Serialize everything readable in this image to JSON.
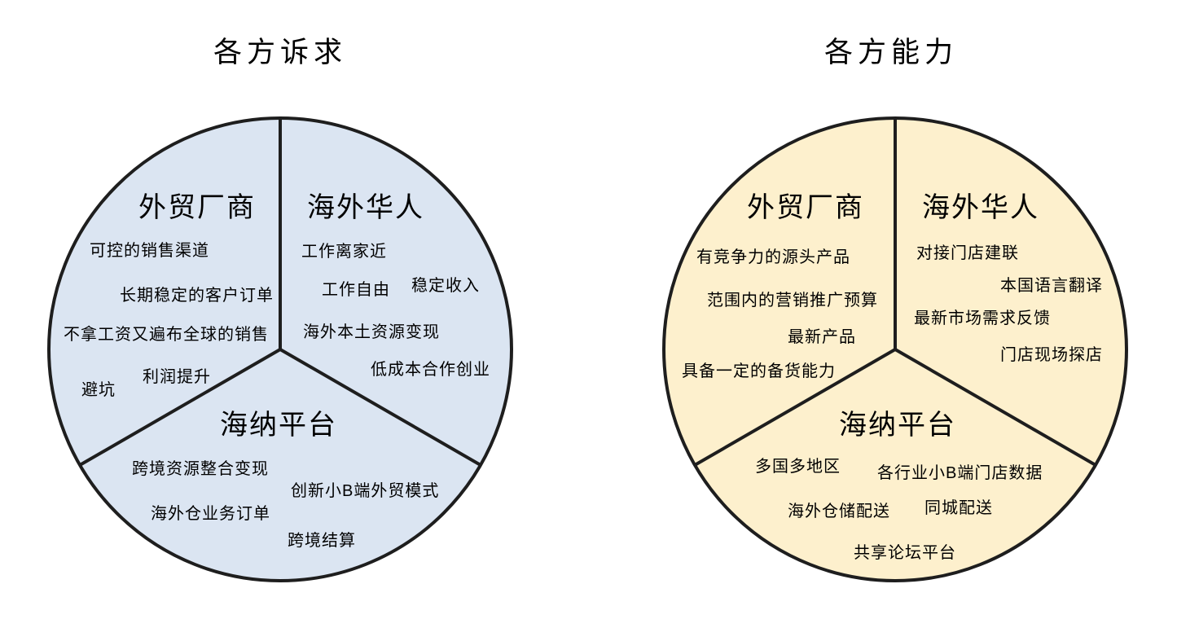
{
  "colors": {
    "stroke": "#1e1e1e",
    "text": "#000000",
    "background": "#ffffff",
    "left_circle_fill": "#dbe5f2",
    "right_circle_fill": "#fdf0cd"
  },
  "charts": [
    {
      "title": "各方诉求",
      "fill": "#dbe5f2",
      "sectors": [
        {
          "heading": "外贸厂商",
          "items": [
            "可控的销售渠道",
            "长期稳定的客户订单",
            "不拿工资又遍布全球的销售",
            "利润提升",
            "避坑"
          ]
        },
        {
          "heading": "海外华人",
          "items": [
            "工作离家近",
            "工作自由",
            "稳定收入",
            "海外本土资源变现",
            "低成本合作创业"
          ]
        },
        {
          "heading": "海纳平台",
          "items": [
            "跨境资源整合变现",
            "创新小B端外贸模式",
            "海外仓业务订单",
            "跨境结算"
          ]
        }
      ]
    },
    {
      "title": "各方能力",
      "fill": "#fdf0cd",
      "sectors": [
        {
          "heading": "外贸厂商",
          "items": [
            "有竞争力的源头产品",
            "范围内的营销推广预算",
            "最新产品",
            "具备一定的备货能力"
          ]
        },
        {
          "heading": "海外华人",
          "items": [
            "对接门店建联",
            "本国语言翻译",
            "最新市场需求反馈",
            "门店现场探店"
          ]
        },
        {
          "heading": "海纳平台",
          "items": [
            "多国多地区",
            "各行业小B端门店数据",
            "海外仓储配送",
            "同城配送",
            "共享论坛平台"
          ]
        }
      ]
    }
  ]
}
